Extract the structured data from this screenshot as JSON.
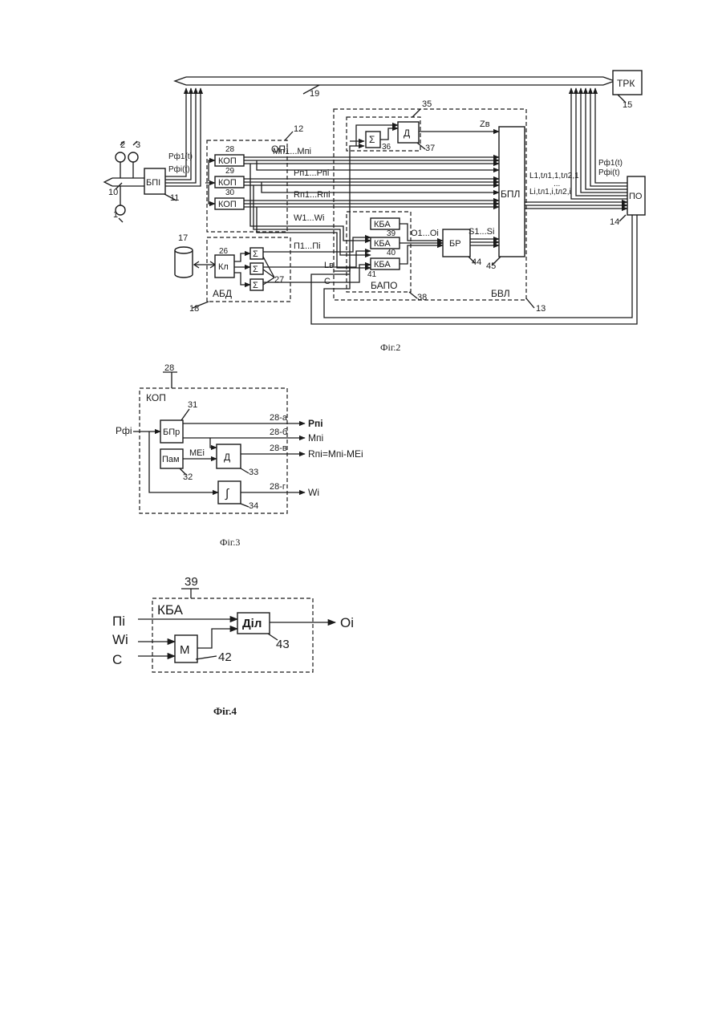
{
  "fig2": {
    "caption": "Фіг.2",
    "blocks": {
      "trk": "ТРК",
      "bpi": "БПІ",
      "kop": "КОП",
      "op": "ОП",
      "kl": "Кл",
      "abd": "АБД",
      "sum": "Σ",
      "d": "Д",
      "kba": "КБА",
      "br": "БР",
      "bpl": "БПЛ",
      "bapo": "БАПО",
      "bvl": "БВЛ",
      "po": "ПО"
    },
    "refs": {
      "r1": "1",
      "r2": "2",
      "r3": "3",
      "r10": "10",
      "r11": "11",
      "r12": "12",
      "r13": "13",
      "r14": "14",
      "r15": "15",
      "r17": "17",
      "r18": "18",
      "r19": "19",
      "r26": "26",
      "r27": "27",
      "r28": "28",
      "r29": "29",
      "r30": "30",
      "r35": "35",
      "r36": "36",
      "r37": "37",
      "r38": "38",
      "r39": "39",
      "r40": "40",
      "r41": "41",
      "r44": "44",
      "r45": "45"
    },
    "signals": {
      "pf1": "Pф1(t)",
      "pfi": "Pфi(t)",
      "m": "Mп1...Mпi",
      "p": "Pп1...Pпi",
      "r": "Rп1...Rпi",
      "w": "W1...Wi",
      "pi": "П1...Пi",
      "lv": "Lв",
      "c": "C",
      "z": "Zв",
      "o": "O1...Oi",
      "s": "S1...Si",
      "l1": "L1,tл1,1,tл2,1",
      "li": "Li,tл1,i,tл2,i",
      "dots": "...",
      "pf1r": "Pф1(t)",
      "pfir": "Pфi(t)"
    }
  },
  "fig3": {
    "caption": "Фіг.3",
    "ref": "28",
    "title": "КОП",
    "input": "Pфi",
    "blocks": {
      "bpr": "БПр",
      "pam": "Пам",
      "d": "Д",
      "int": "∫"
    },
    "refs": {
      "r31": "31",
      "r32": "32",
      "r33": "33",
      "r34": "34"
    },
    "mei": "MEi",
    "outputs": [
      {
        "code": "28-а",
        "label": "Pпi"
      },
      {
        "code": "28-б",
        "label": "Mпi"
      },
      {
        "code": "28-в",
        "label": "Rпi=Mпi-MEi"
      },
      {
        "code": "28-г",
        "label": "Wi"
      }
    ]
  },
  "fig4": {
    "caption": "Фіг.4",
    "ref": "39",
    "title": "КБА",
    "inputs": [
      "Пi",
      "Wi",
      "C"
    ],
    "blocks": {
      "m": "М",
      "dil": "Діл"
    },
    "refs": {
      "r42": "42",
      "r43": "43"
    },
    "output": "Oi"
  }
}
